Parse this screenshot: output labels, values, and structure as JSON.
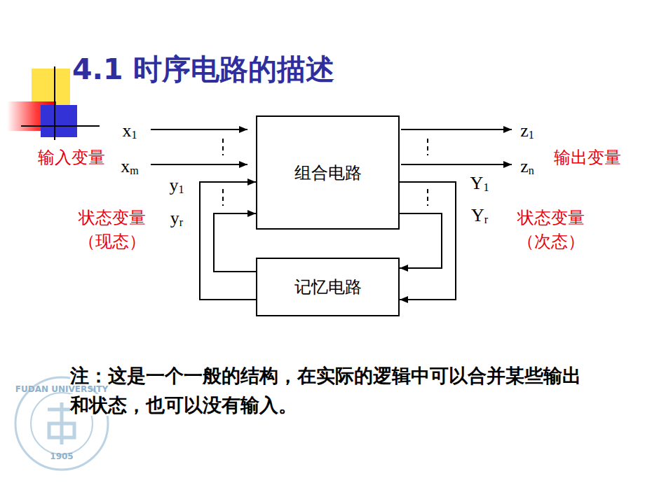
{
  "diagram": {
    "title": "4.1 时序电路的描述",
    "nodes": [
      {
        "text": [
          "组合电路"
        ]
      },
      {
        "text": [
          "记忆电路"
        ]
      }
    ],
    "edges": [
      {
        "from": 0,
        "to": 1,
        "arrow": "to"
      },
      {
        "from": 0,
        "to": 1,
        "arrow": "to"
      },
      {
        "from": 1,
        "to": 0,
        "arrow": "to"
      },
      {
        "from": 1,
        "to": 0,
        "arrow": "to"
      }
    ],
    "labels": [
      "x1",
      "xm",
      "y1",
      "yr",
      "z1",
      "zn",
      "Y1",
      "Yr",
      "输入变量",
      "输出变量",
      "状态变量 （现态）",
      "状态变量 （次态）",
      "注：这是一个一般的结构，在实际的逻辑中可以合并某些输出和状态，也可以没有输入。",
      "FUDAN UNIVERSITY",
      "1905"
    ]
  }
}
